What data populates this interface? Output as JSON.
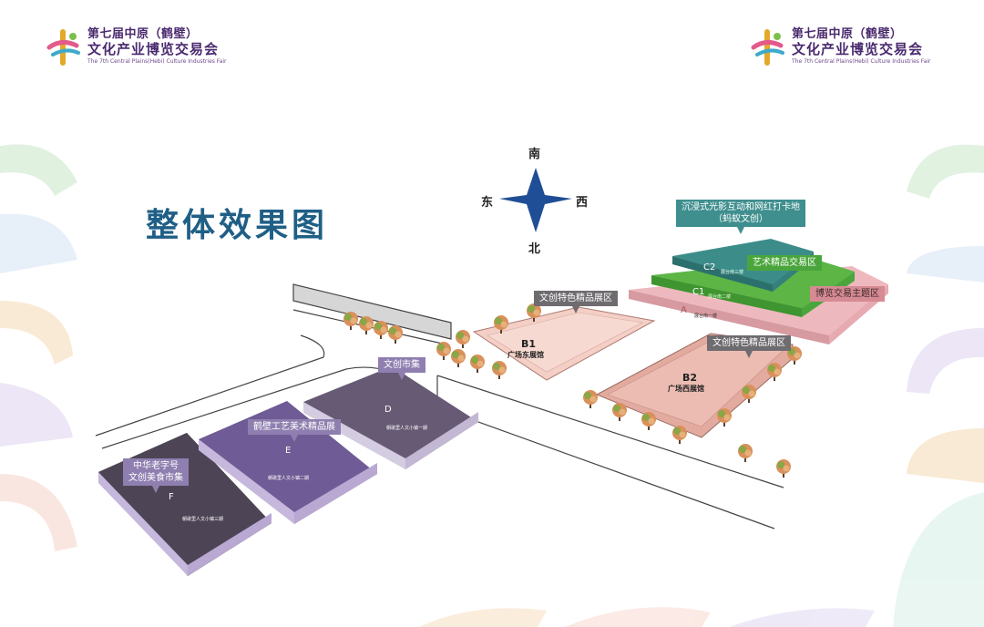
{
  "header": {
    "logo_left": {
      "line1": "第七届中原（鹤壁）",
      "line2": "文化产业博览交易会",
      "line3": "The 7th Central Plains(Hebi) Culture Industries Fair"
    },
    "logo_right": {
      "line1": "第七届中原（鹤壁）",
      "line2": "文化产业博览交易会",
      "line3": "The 7th Central Plains(Hebi) Culture Industries Fair"
    }
  },
  "title": "整体效果图",
  "compass": {
    "north": "北",
    "south": "南",
    "east": "东",
    "west": "西"
  },
  "callouts": {
    "c2_top": "沉浸式光影互动和网红打卡地",
    "c2_sub": "（蚂蚁文创）",
    "c1_green": "艺术精品交易区",
    "a_pink": "博览交易主题区",
    "b1_label": "文创特色精品展区",
    "b2_label": "文创特色精品展区",
    "d_label": "文创市集",
    "e_label": "鹤壁工艺美术精品展",
    "f_label1": "中华老字号",
    "f_label2": "文创美食市集"
  },
  "halls": {
    "b1": {
      "code": "B1",
      "name": "广场东展馆"
    },
    "b2": {
      "code": "B2",
      "name": "广场西展馆"
    },
    "c2": {
      "code": "C2",
      "sub": "展台南三楼"
    },
    "c1": {
      "code": "C1",
      "sub": "展台南二楼"
    },
    "a": {
      "code": "A",
      "sub": "展台南一楼"
    },
    "d": {
      "code": "D",
      "sub": "朝歌里人文小镇一期"
    },
    "e": {
      "code": "E",
      "sub": "朝歌里人文小镇二期"
    },
    "f": {
      "code": "F",
      "sub": "朝歌里人文小镇三期"
    }
  },
  "colors": {
    "title": "#1f5f86",
    "compass": "#1f4e96",
    "green": "#5cb545",
    "teal": "#3f8f8e",
    "pink": "#e9bcbc",
    "purple": "#7e6e9c"
  }
}
